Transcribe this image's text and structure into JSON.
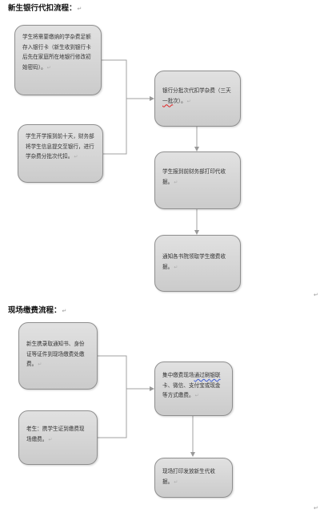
{
  "sections": {
    "bank": {
      "title": "新生银行代扣流程：",
      "para_mark": "↵",
      "boxes": {
        "deposit": "学生将需要缴纳的学杂费足额存入银行卡（新生收到银行卡后先在家庭所在地银行修改初始密码）。",
        "submit": "学生开学报到前十天，财务部将学生信息提交至银行，进行学杂费分批次代扣。",
        "deduct_pre": "银行分批次代扣学杂费（三天",
        "deduct_mid": "一批",
        "deduct_post": "次）。",
        "print": "学生报到前财务部打印代收据。",
        "notify": "通知各书院领取学生缴费收据。"
      }
    },
    "onsite": {
      "title": "现场缴费流程：",
      "para_mark": "↵",
      "boxes": {
        "new_student": "新生携录取通知书、身份证等证件到现场缴费处缴费。",
        "old_student": "老生：携学生证到缴费现场缴费。",
        "pay_pre": "集中缴费现场",
        "pay_mid1": "通过刷",
        "pay_mid2": "银联",
        "pay_post": "卡、微信、支付宝或现金等方式缴费。",
        "receipt": "现场打印发放新生代收据。"
      }
    }
  },
  "para_mark": "↵"
}
